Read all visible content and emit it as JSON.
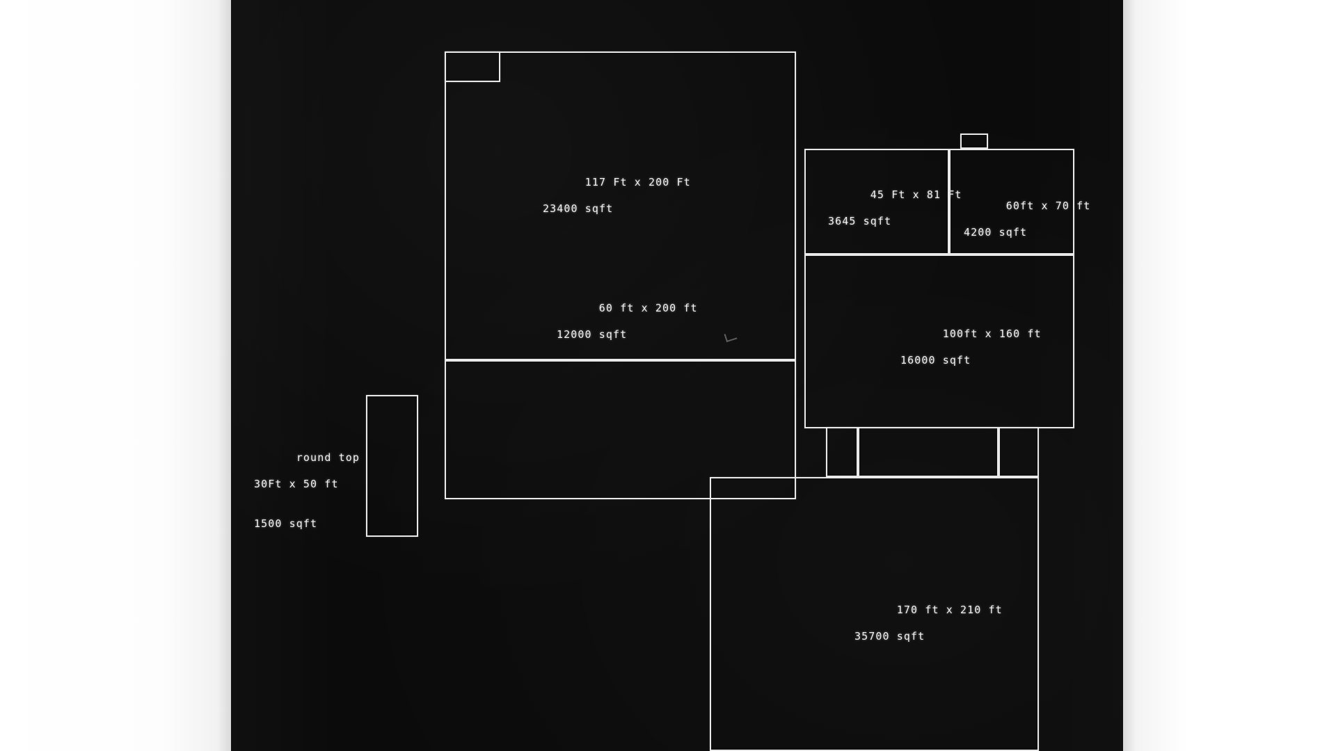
{
  "document": {
    "kind": "scanned-site-plan",
    "background_color": "#0b0b0b",
    "line_color": "#e9e9e9",
    "paper_color": "#ffffff"
  },
  "buildings": [
    {
      "id": "building-117x200",
      "name": "large-north-building",
      "line1": "117 Ft x 200 Ft",
      "line2": "23400 sqft",
      "width_ft": 117,
      "length_ft": 200,
      "area_sqft": 23400
    },
    {
      "id": "building-45x81",
      "name": "east-upper-left-building",
      "line1": "45 Ft x 81 Ft",
      "line2": "3645 sqft",
      "width_ft": 45,
      "length_ft": 81,
      "area_sqft": 3645
    },
    {
      "id": "building-60x70",
      "name": "east-upper-right-building",
      "line1": "60ft x 70 ft",
      "line2": "4200 sqft",
      "width_ft": 60,
      "length_ft": 70,
      "area_sqft": 4200
    },
    {
      "id": "building-60x200",
      "name": "center-west-building",
      "line1": "60 ft x 200 ft",
      "line2": "12000 sqft",
      "width_ft": 60,
      "length_ft": 200,
      "area_sqft": 12000
    },
    {
      "id": "building-100x160",
      "name": "center-east-building",
      "line1": "100ft x 160 ft",
      "line2": "16000 sqft",
      "width_ft": 100,
      "length_ft": 160,
      "area_sqft": 16000
    },
    {
      "id": "building-170x210",
      "name": "large-south-building",
      "line1": "170 ft x 210 ft",
      "line2": "35700 sqft",
      "width_ft": 170,
      "length_ft": 210,
      "area_sqft": 35700
    },
    {
      "id": "building-round-top",
      "name": "round-top-structure",
      "line0": "round top",
      "line1": "30Ft x 50 ft",
      "line2": "1500 sqft",
      "width_ft": 30,
      "length_ft": 50,
      "area_sqft": 1500
    }
  ],
  "annotations": {
    "corner_notch": "small rectangular notch at north-west corner of 117x200 building",
    "roof_tab": "small rectangular tab on north edge of 60x70 building",
    "connectors": "three narrow connector bays between 100x160 building and 170x210 building"
  }
}
